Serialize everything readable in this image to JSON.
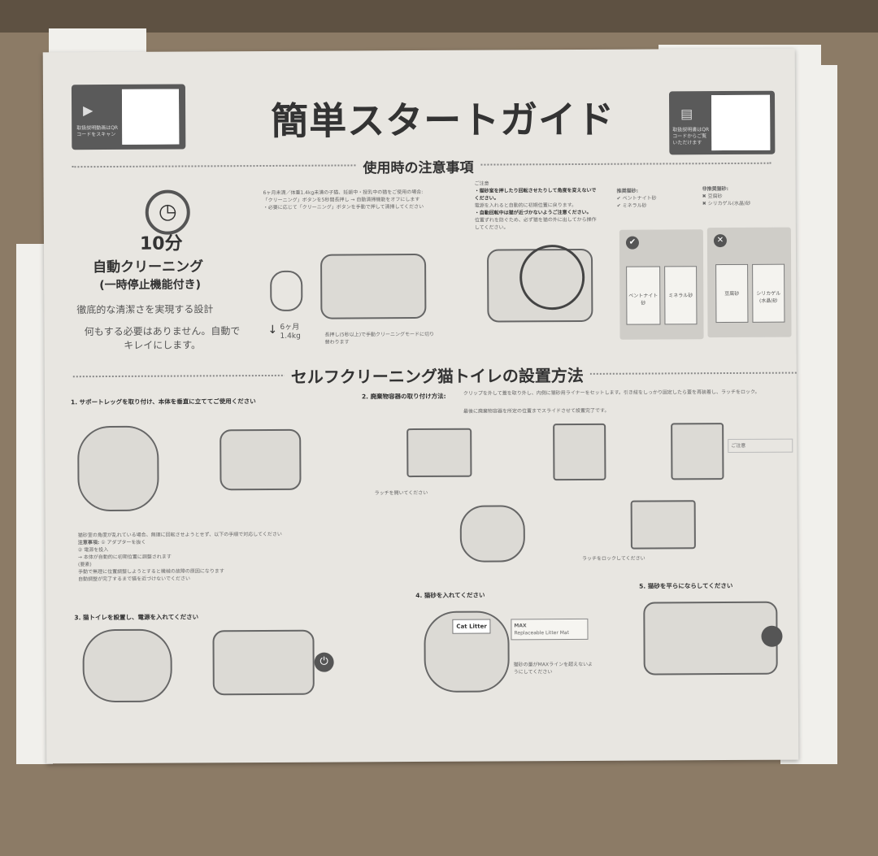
{
  "header": {
    "title": "簡単スタートガイド",
    "qr_left_note": "取扱説明動画はQRコードをスキャン",
    "qr_right_note": "取扱説明書はQRコードからご覧いただけます"
  },
  "caution": {
    "heading": "使用時の注意事項",
    "time": "10分",
    "feature": "自動クリーニング",
    "feature_sub": "(一時停止機能付き)",
    "desc1": "徹底的な清潔さを実現する設計",
    "desc2": "何もする必要はありません。自動でキレイにします。",
    "age": "6ヶ月",
    "weight": "1.4kg",
    "note_left": [
      "6ヶ月未満／体重1.4kg未満の子猫、妊娠中・授乳中の猫をご使用の場合:",
      "「クリーニング」ボタンを5秒間長押し → 自動清掃機能をオフにします",
      "・必要に応じて「クリーニング」ボタンを手動で押して清掃してください"
    ],
    "note_right_label": "ご注意",
    "note_right": [
      "・猫砂室を押したり回転させたりして角度を変えないでください。",
      "電源を入れると自動的に初期位置に戻ります。",
      "・自動回転中は猫が近づかないようご注意ください。",
      "位置ずれを防ぐため、必ず猫を猫の外に出してから操作してください。"
    ],
    "long_press": "長押し(5秒以上)で手動クリーニングモードに切り替わります",
    "recommended_label": "推奨猫砂:",
    "recommended": [
      "ベントナイト砂",
      "ミネラル砂"
    ],
    "not_recommended_label": "非推奨猫砂:",
    "not_recommended": [
      "豆腐砂",
      "シリカゲル(水晶)砂"
    ],
    "bags_ok": [
      "ベントナイト砂",
      "ミネラル砂"
    ],
    "bags_ng": [
      "豆腐砂",
      "シリカゲル(水晶)砂"
    ]
  },
  "setup": {
    "heading": "セルフクリーニング猫トイレの設置方法",
    "step1": "1. サポートレッグを取り付け、本体を垂直に立ててご使用ください",
    "step2_label": "2. 廃棄物容器の取り付け方法:",
    "step2_text1": "クリップを外して蓋を取り外し、内側に猫砂用ライナーをセットします。引き紐をしっかり固定したら蓋を再装着し、ラッチをロック。",
    "step2_text2": "最後に廃棄物容器を所定の位置までスライドさせて設置完了です。",
    "latch_open": "ラッチを開いてください",
    "latch_lock": "ラッチをロックしてください",
    "caution_label": "ご注意",
    "notes_label": "注意事項:",
    "notes": [
      "猫砂室の角度が乱れている場合、無理に回転させようとせず、以下の手順で対応してください",
      "① アダプターを抜く",
      "② 電源を投入",
      "→ 本体が自動的に初期位置に調整されます",
      "(要素)",
      "手動で無理に位置調整しようとすると機械の故障の原因になります",
      "自動調整が完了するまで猫を近づけないでください"
    ],
    "step3": "3. 猫トイレを設置し、電源を入れてください",
    "step4": "4. 猫砂を入れてください",
    "step5": "5. 猫砂を平らにならしてください",
    "cat_litter": "Cat Litter",
    "max": "MAX",
    "liner": "Replaceable Litter Mat",
    "max_note": "猫砂の量がMAXラインを超えないようにしてください"
  }
}
